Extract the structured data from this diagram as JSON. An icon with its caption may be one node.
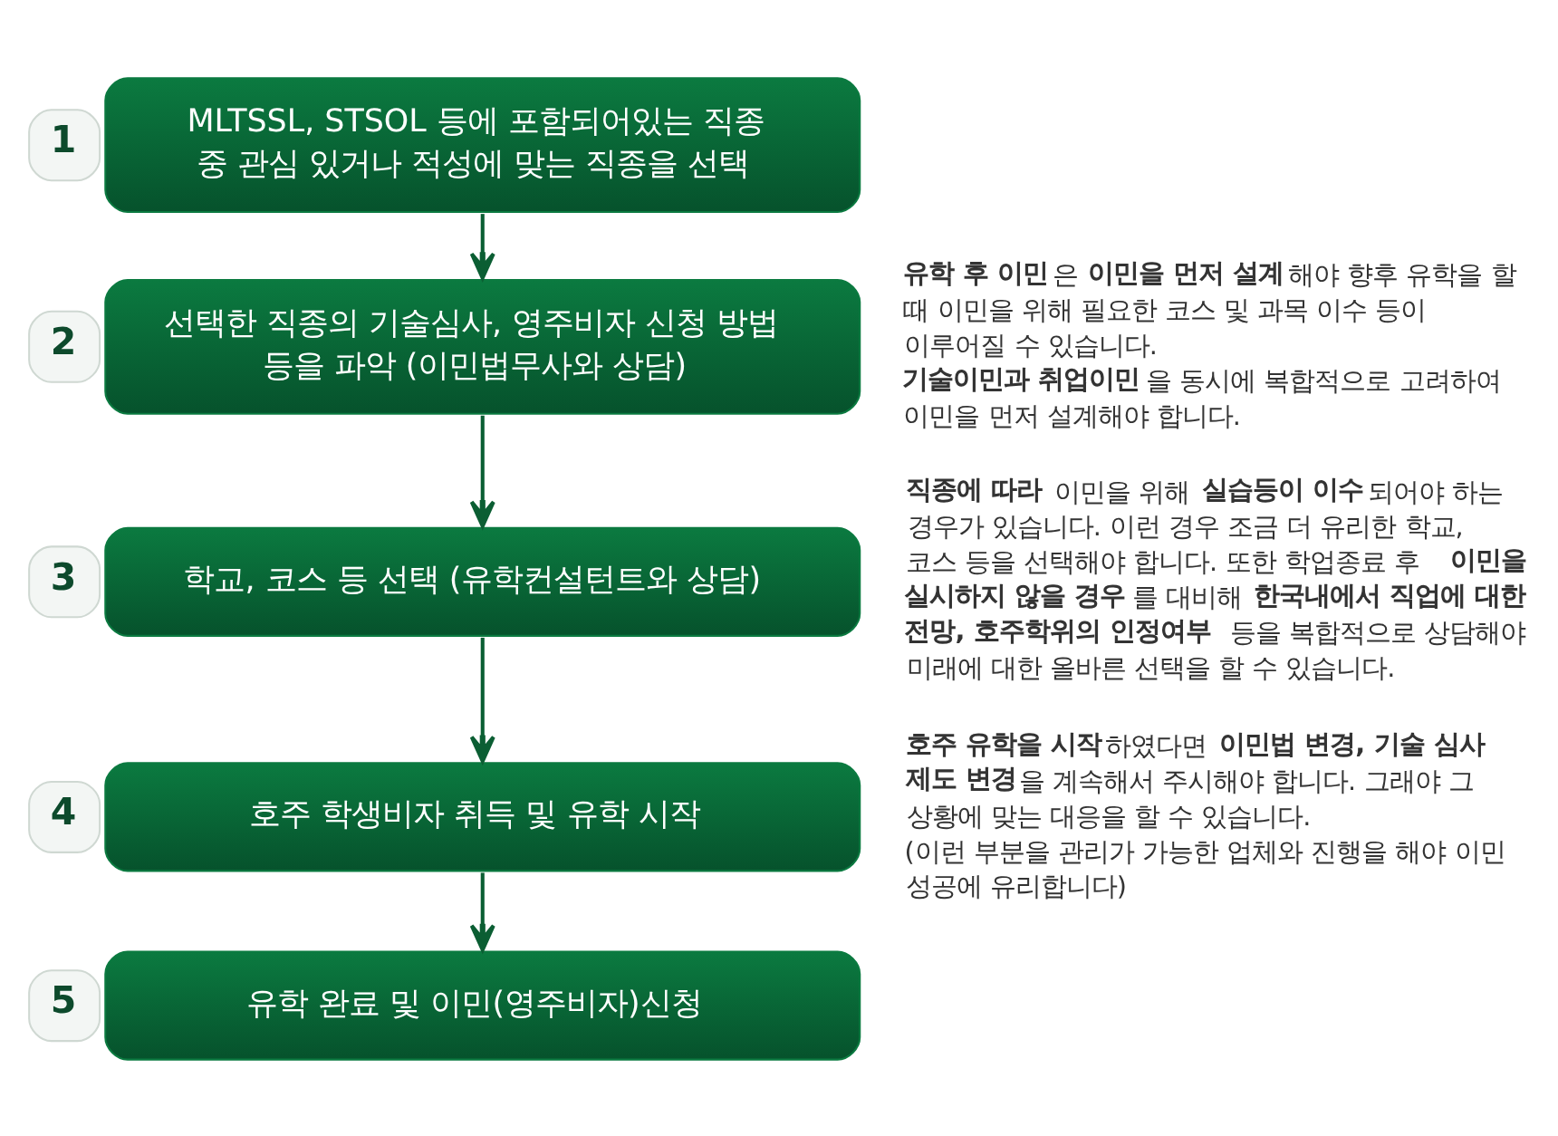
{
  "diagram": {
    "nodes": [
      {
        "text": [
          "1",
          "MLTSSL, STSOL 등에 포함되어있는 직종 중 관심 있거나 적성에 맞는 직종을 선택"
        ]
      },
      {
        "text": [
          "2",
          "선택한 직종의 기술심사, 영주비자 신청 방법 등을 파악 (이민법무사와 상담)"
        ],
        "beside": [
          "**유학 후 이민**은 **이민을 먼저 설계**해야 향후 유학을 할 때 이민을 위해 필요한 코스 및 과목 이수 등이 이루어질 수 있습니다.",
          "**기술이민과 취업이민**을 동시에 복합적으로 고려하여 이민을 먼저 설계해야 합니다."
        ]
      },
      {
        "text": [
          "3",
          "학교, 코스 등 선택 (유학컨설턴트와 상담)"
        ],
        "beside": [
          "**직종에 따라** 이민을 위해 **실습등이 이수**되어야 하는 경우가 있습니다. 이런 경우 조금 더 유리한 학교, 코스 등을 선택해야 합니다. 또한 학업종료 후 **이민을 실시하지 않을 경우**를 대비해 **한국내에서 직업에 대한 전망, 호주학위의 인정여부** 등을 복합적으로 상담해야 미래에 대한 올바른 선택을 할 수 있습니다."
        ]
      },
      {
        "text": [
          "4",
          "호주 학생비자 취득 및 유학 시작"
        ],
        "beside": [
          "**호주 유학을 시작**하였다면 **이민법 변경, 기술 심사 제도 변경**을 계속해서 주시해야 합니다. 그래야 그 상황에 맞는 대응을 할 수 있습니다.",
          "(이런 부분을 관리가 가능한 업체와 진행을 해야 이민 성공에 유리합니다)"
        ]
      },
      {
        "text": [
          "5",
          "유학 완료 및 이민(영주비자)신청"
        ]
      }
    ],
    "edges": [
      {
        "from": 0,
        "to": 1,
        "arrow": "to"
      },
      {
        "from": 1,
        "to": 2,
        "arrow": "to"
      },
      {
        "from": 2,
        "to": 3,
        "arrow": "to"
      },
      {
        "from": 3,
        "to": 4,
        "arrow": "to"
      }
    ]
  }
}
